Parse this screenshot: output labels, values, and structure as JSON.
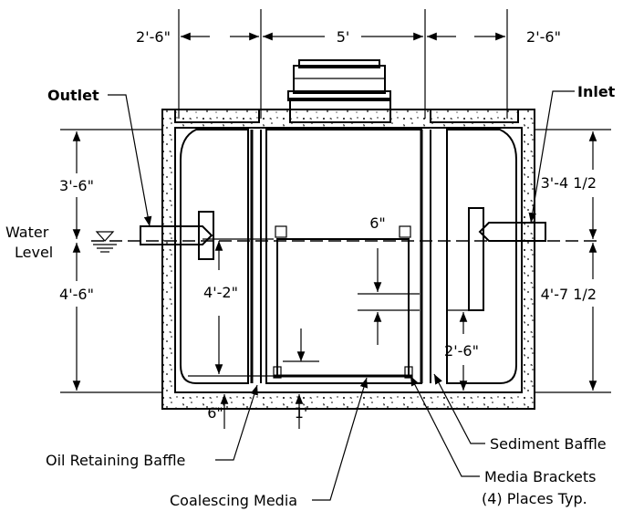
{
  "dimensions": {
    "top_left_width": "2'-6\"",
    "top_center_width": "5'",
    "top_right_width": "2'-6\"",
    "left_upper_height": "3'-6\"",
    "left_lower_height": "4'-6\"",
    "right_upper_height": "3'-4 1/2",
    "right_lower_height": "4'-7 1/2",
    "media_height": "4'-2\"",
    "media_top_gap": "6\"",
    "sediment_baffle_height": "2'-6\"",
    "base_slab_left": "6\"",
    "base_slab_center": "1'"
  },
  "labels": {
    "outlet": "Outlet",
    "inlet": "Inlet",
    "water_level": [
      "Water",
      "Level"
    ],
    "oil_retaining_baffle": "Oil Retaining Baffle",
    "sediment_baffle": "Sediment Baffle",
    "media_brackets": [
      "Media Brackets",
      "(4) Places Typ."
    ],
    "coalescing_media": "Coalescing Media"
  }
}
